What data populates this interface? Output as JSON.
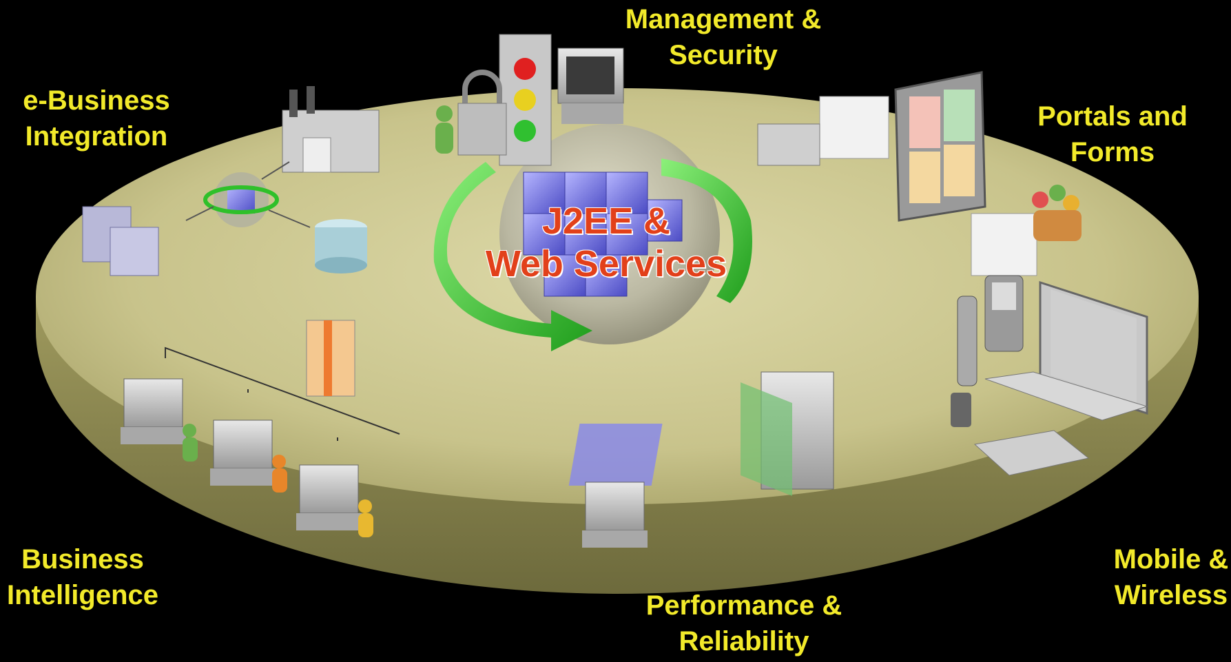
{
  "center": {
    "line1": "J2EE &",
    "line2": "Web Services"
  },
  "labels": {
    "ebusiness": {
      "line1": "e-Business",
      "line2": "Integration"
    },
    "management": {
      "line1": "Management &",
      "line2": "Security"
    },
    "portals": {
      "line1": "Portals and",
      "line2": "Forms"
    },
    "bi": {
      "line1": "Business",
      "line2": "Intelligence"
    },
    "mobile": {
      "line1": "Mobile &",
      "line2": "Wireless"
    },
    "performance": {
      "line1": "Performance &",
      "line2": "Reliability"
    }
  },
  "colors": {
    "background": "#000000",
    "platform": "#c9c488",
    "label": "#f2ea2a",
    "title": "#e2401a",
    "arrow": "#2fc02a",
    "cube": "#6f6fe0"
  }
}
